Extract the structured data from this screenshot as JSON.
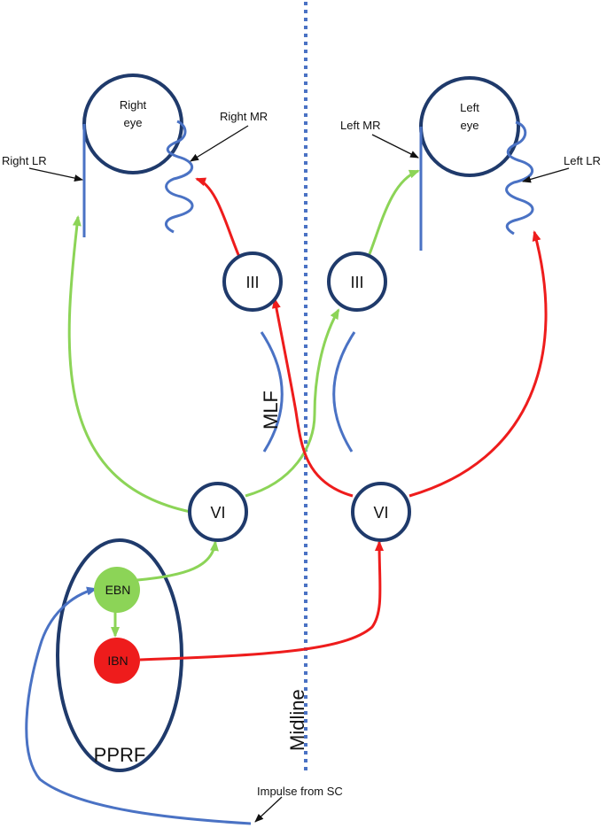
{
  "labels": {
    "right_eye_1": "Right",
    "right_eye_2": "eye",
    "left_eye_1": "Left",
    "left_eye_2": "eye",
    "right_mr": "Right MR",
    "left_mr": "Left MR",
    "right_lr": "Right LR",
    "left_lr": "Left LR",
    "cn3_right": "III",
    "cn3_left": "III",
    "cn6_right": "VI",
    "cn6_left": "VI",
    "mlf": "MLF",
    "ebn": "EBN",
    "ibn": "IBN",
    "pprf": "PPRF",
    "midline": "Midline",
    "impulse": "Impulse from SC"
  },
  "colors": {
    "navy": "#1f3a6b",
    "muscle_blue": "#4a72c4",
    "excitatory_green": "#8cd457",
    "inhibitory_red": "#ee1c1c",
    "midline_blue": "#4a72c4"
  }
}
